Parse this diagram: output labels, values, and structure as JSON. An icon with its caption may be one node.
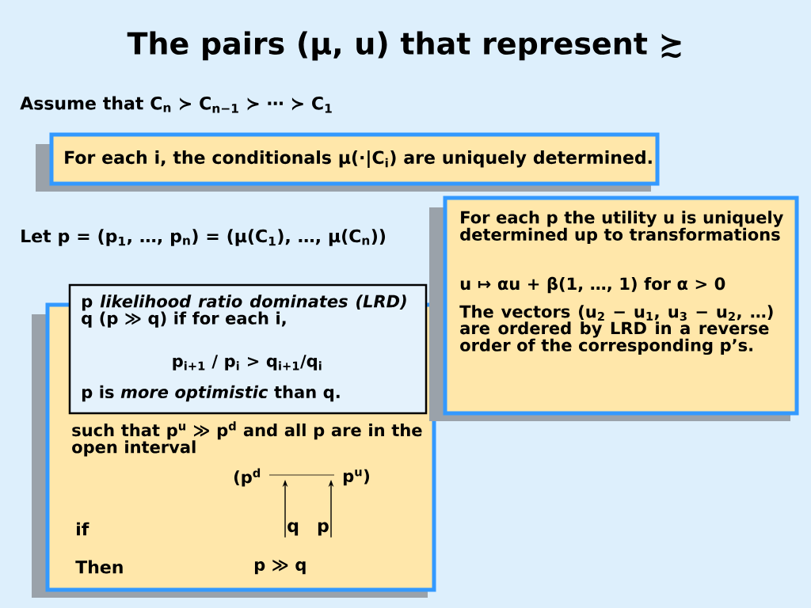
{
  "diagram": {
    "title": "The pairs (μ, u) that represent ≿",
    "nodes": [
      {
        "text": [
          "For each i, the conditionals μ(·|C$_{i}$) are uniquely determined."
        ]
      },
      {
        "text": [
          "For each p the utility u is uniquely determined up to transformations",
          "u ↦ αu + β(1, …, 1) for α > 0",
          "The vectors (u$_{2}$ − u$_{1}$, u$_{3}$ − u$_{2}$, …) are ordered by LRD in a reverse order of the corresponding p’s."
        ]
      },
      {
        "text": [
          "p *likelihood ratio dominates (LRD)* q (p ≫ q) if for each i,",
          "p$_{i+1}$ / p$_{i}$ > q$_{i+1}$/q$_{i}$",
          "p is *more optimistic* than q."
        ]
      },
      {
        "text": [
          "such that p$^{u}$ ≫ p$^{d}$ and all p are in the open interval",
          "(p$^{d}$",
          "p$^{u}$)",
          "if",
          "Then",
          "p ≫ q"
        ]
      },
      {
        "text": [
          "q"
        ],
        "in": 3
      },
      {
        "text": [
          "p"
        ],
        "in": 3
      }
    ],
    "edges": [
      {
        "from": 4,
        "to": null,
        "arrow": "to"
      },
      {
        "from": 5,
        "to": null,
        "arrow": "to"
      }
    ],
    "labels": [
      "Assume that C$_{n}$ ≻ C$_{n−1}$ ≻ ⋯ ≻ C$_{1}$",
      "Let p = (p$_{1}$, …, p$_{n}$) = (μ(C$_{1}$), …, μ(C$_{n}$))"
    ]
  }
}
